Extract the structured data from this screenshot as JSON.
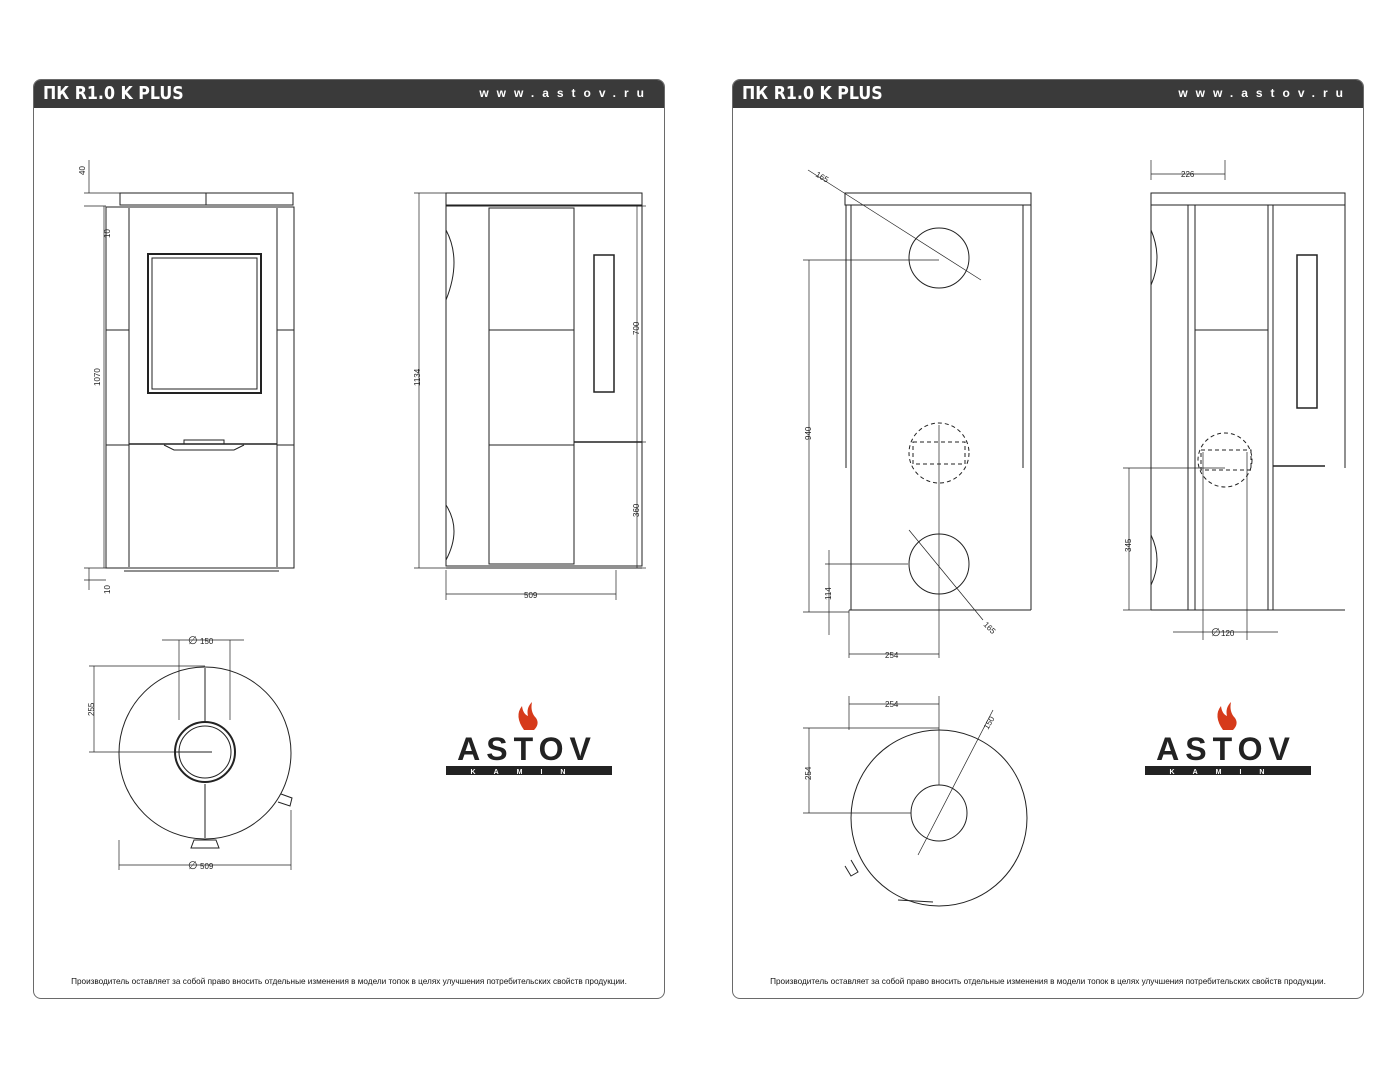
{
  "pages": [
    {
      "title": "ПК R1.0 K PLUS",
      "url": "www.astov.ru",
      "footer": "Производитель оставляет за собой право вносить отдельные изменения в модели топок в целях улучшения потребительских свойств продукции.",
      "logo": {
        "brand": "ASTOV",
        "sub": "KAMIN"
      },
      "dims": {
        "d40": "40",
        "d10a": "10",
        "d1070": "1070",
        "d10b": "10",
        "d1134": "1134",
        "d700": "700",
        "d360": "360",
        "d509": "509",
        "d150": "150",
        "d255": "255",
        "d509b": "509"
      }
    },
    {
      "title": "ПК R1.0 K PLUS",
      "url": "www.astov.ru",
      "footer": "Производитель оставляет за собой право вносить отдельные изменения в модели топок в целях улучшения потребительских свойств продукции.",
      "logo": {
        "brand": "ASTOV",
        "sub": "KAMIN"
      },
      "dims": {
        "d165a": "165",
        "d940": "940",
        "d114": "114",
        "d165b": "165",
        "d254a": "254",
        "d226": "226",
        "d345": "345",
        "d120": "120",
        "d254b": "254",
        "d254c": "254",
        "d150": "150"
      }
    }
  ],
  "colors": {
    "header_bg": "#3a3a3a",
    "logo_flame": "#d63a1a",
    "line": "#222222"
  },
  "symbols": {
    "diameter": "∅"
  }
}
